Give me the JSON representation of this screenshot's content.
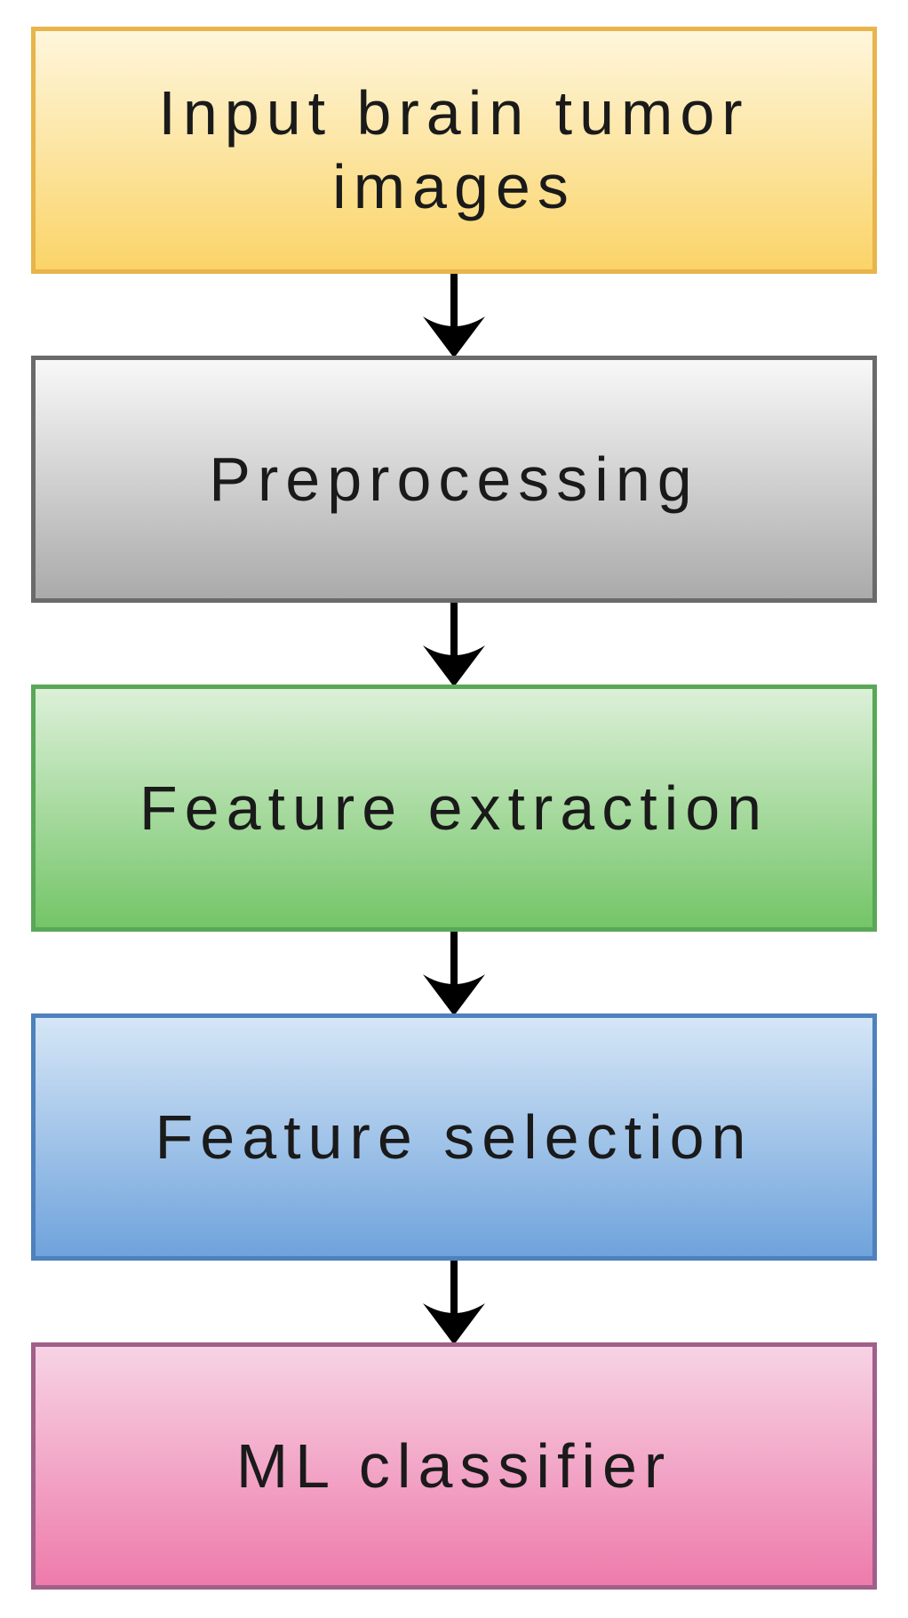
{
  "diagram": {
    "description": "Vertical flowchart of a brain tumor image ML classification pipeline",
    "background": "#FFFFFF",
    "arrow_color": "#000000",
    "text_color": "#1A1A1A",
    "nodes": [
      {
        "id": "input-images",
        "label": "Input brain tumor images",
        "fill_top": "#FEF6DC",
        "fill_bottom": "#FBD468",
        "border": "#E8B44B"
      },
      {
        "id": "preprocessing",
        "label": "Preprocessing",
        "fill_top": "#F8F8F8",
        "fill_bottom": "#AAAAAA",
        "border": "#6A6A6A"
      },
      {
        "id": "feature-extraction",
        "label": "Feature extraction",
        "fill_top": "#DCF0D8",
        "fill_bottom": "#74C568",
        "border": "#58A857"
      },
      {
        "id": "feature-selection",
        "label": "Feature selection",
        "fill_top": "#D5E6F6",
        "fill_bottom": "#6FA3DC",
        "border": "#4E81BD"
      },
      {
        "id": "ml-classifier",
        "label": "ML classifier",
        "fill_top": "#F7D3E4",
        "fill_bottom": "#EE7BAB",
        "border": "#A0608A"
      }
    ],
    "connections": [
      {
        "from": "input-images",
        "to": "preprocessing"
      },
      {
        "from": "preprocessing",
        "to": "feature-extraction"
      },
      {
        "from": "feature-extraction",
        "to": "feature-selection"
      },
      {
        "from": "feature-selection",
        "to": "ml-classifier"
      }
    ]
  }
}
